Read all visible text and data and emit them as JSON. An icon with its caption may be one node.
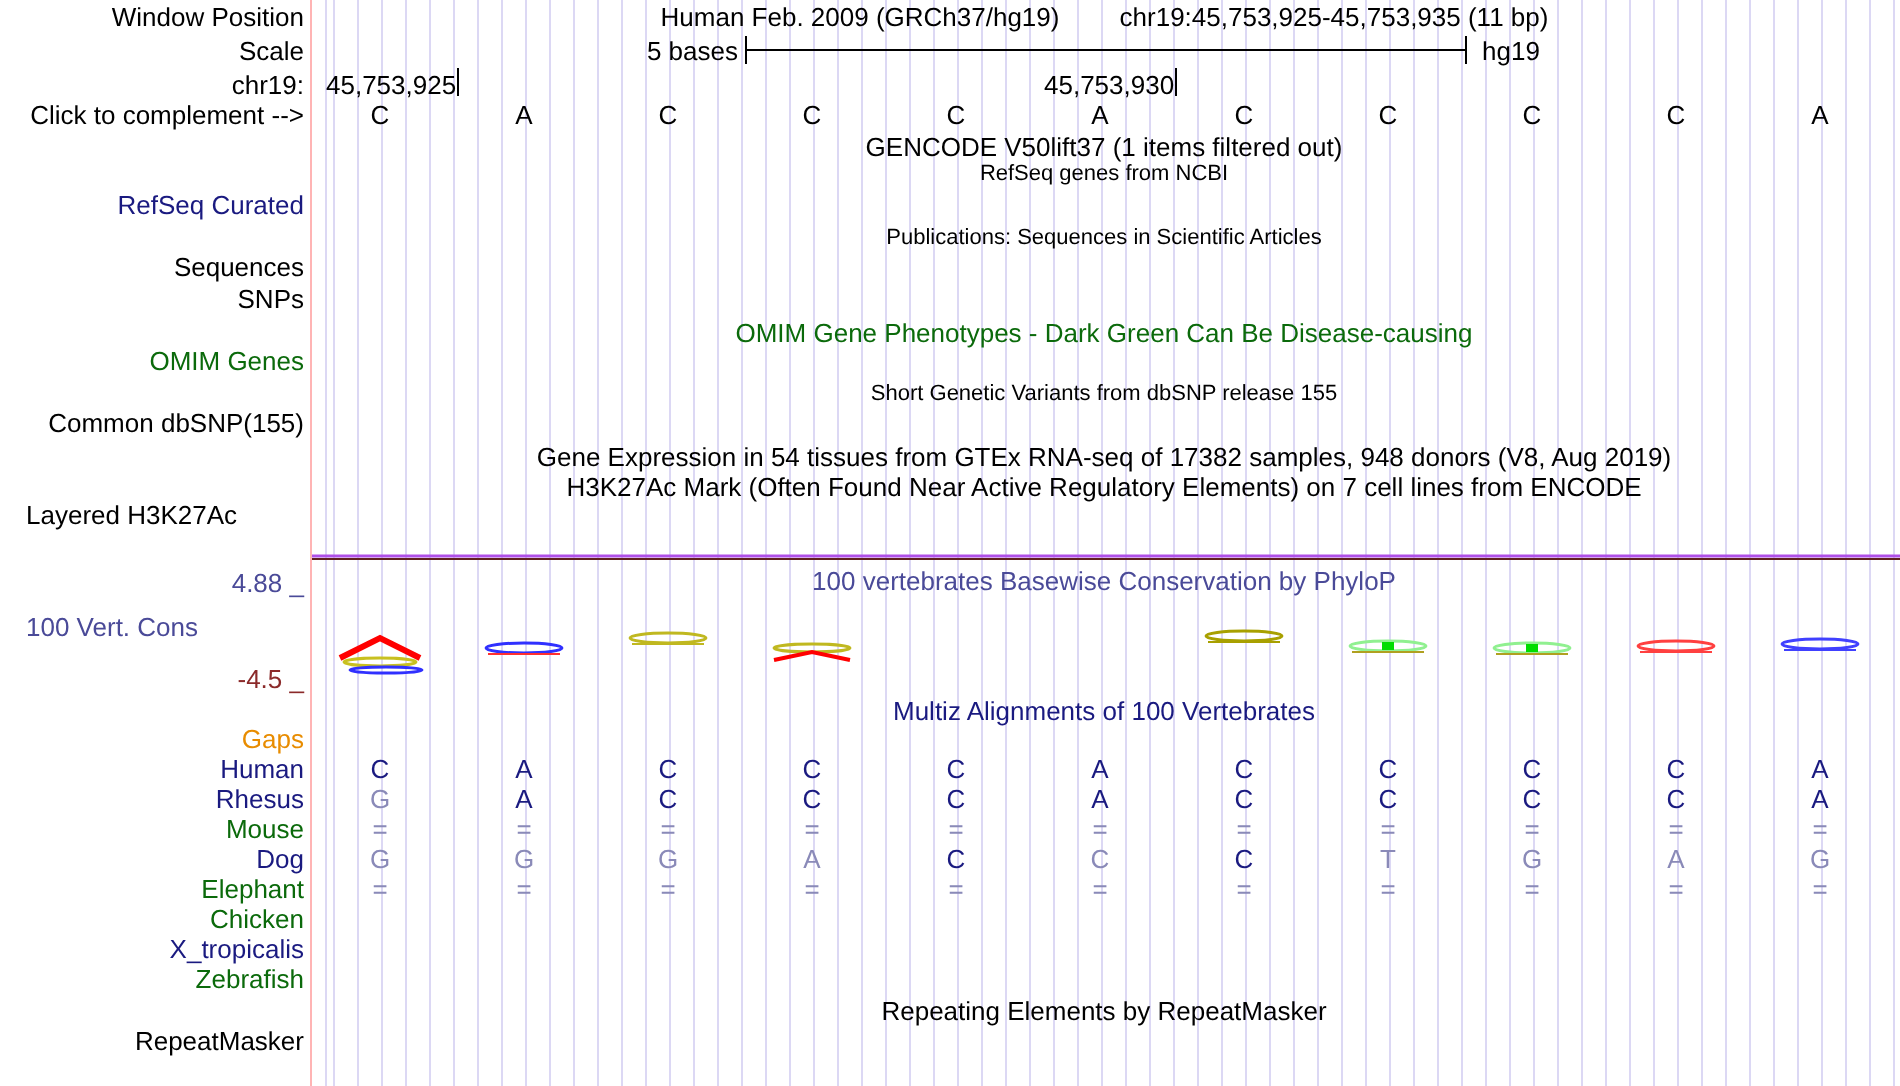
{
  "diagram": {
    "labels": [
      "Window Position",
      "Human Feb. 2009 (GRCh37/hg19)",
      "chr19:45,753,925-45,753,935 (11 bp)",
      "Scale",
      "5 bases",
      "hg19",
      "chr19:",
      "45,753,925",
      "45,753,930",
      "Click to complement -->",
      "C",
      "A",
      "C",
      "C",
      "C",
      "A",
      "C",
      "C",
      "C",
      "C",
      "A",
      "GENCODE V50lift37 (1 items filtered out)",
      "RefSeq genes from NCBI",
      "RefSeq Curated",
      "Publications: Sequences in Scientific Articles",
      "Sequences",
      "SNPs",
      "OMIM Gene Phenotypes - Dark Green Can Be Disease-causing",
      "OMIM Genes",
      "Short Genetic Variants from dbSNP release 155",
      "Common dbSNP(155)",
      "Gene Expression in 54 tissues from GTEx RNA-seq of 17382 samples, 948 donors (V8, Aug 2019)",
      "H3K27Ac Mark (Often Found Near Active Regulatory Elements) on 7 cell lines from ENCODE",
      "Layered H3K27Ac",
      "4.88 _",
      "100 vertebrates Basewise Conservation by PhyloP",
      "100 Vert. Cons",
      "-4.5 _",
      "Multiz Alignments of 100 Vertebrates",
      "Gaps",
      "Human",
      "C",
      "A",
      "C",
      "C",
      "C",
      "A",
      "C",
      "C",
      "C",
      "C",
      "A",
      "Rhesus",
      "G",
      "A",
      "C",
      "C",
      "C",
      "A",
      "C",
      "C",
      "C",
      "C",
      "A",
      "Mouse",
      "=",
      "=",
      "=",
      "=",
      "=",
      "=",
      "=",
      "=",
      "=",
      "=",
      "=",
      "Dog",
      "G",
      "G",
      "G",
      "A",
      "C",
      "C",
      "C",
      "T",
      "G",
      "A",
      "G",
      "Elephant",
      "=",
      "=",
      "=",
      "=",
      "=",
      "=",
      "=",
      "=",
      "=",
      "=",
      "=",
      "Chicken",
      "X_tropicalis",
      "Zebrafish",
      "Repeating Elements by RepeatMasker",
      "RepeatMasker"
    ]
  }
}
